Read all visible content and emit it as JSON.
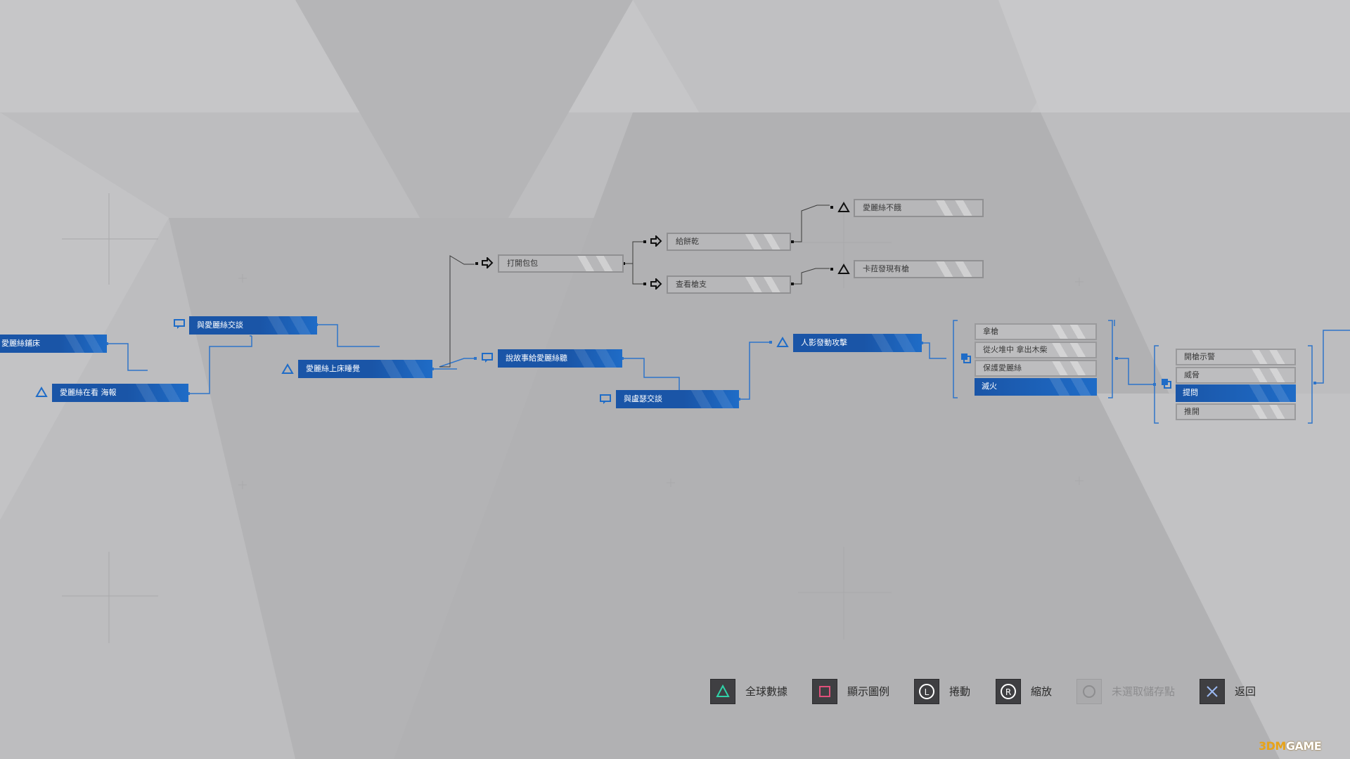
{
  "flowchart": {
    "nodes": {
      "n1": "愛麗絲鋪床",
      "n2": "愛麗絲在看 海報",
      "n3": "與愛麗絲交談",
      "n4": "愛麗絲上床睡覺",
      "n5": "打開包包",
      "n6": "說故事給愛麗絲聽",
      "n7": "與盧瑟交談",
      "n8": "給餅乾",
      "n9": "查看槍支",
      "n10": "愛麗絲不餓",
      "n11": "卡菈發現有槍",
      "n12": "人影發動攻擊"
    },
    "choice_group_1": [
      "拿槍",
      "從火堆中 拿出木柴",
      "保護愛麗絲",
      "滅火"
    ],
    "choice_group_1_selected": "滅火",
    "choice_group_2": [
      "開槍示警",
      "威脅",
      "提問",
      "推開"
    ],
    "choice_group_2_selected": "提問"
  },
  "control_bar": {
    "global_stats": "全球數據",
    "show_legend": "顯示圖例",
    "scroll": "捲動",
    "zoom": "縮放",
    "no_checkpoint": "未選取儲存點",
    "back": "返回"
  },
  "watermark": {
    "left": "3DM",
    "right": "GAME"
  },
  "colors": {
    "background": "#bdbdbf",
    "node_blue": "#1a55a7",
    "node_gray": "#b7b7b9",
    "line_blue": "#1f6cc7",
    "accent_triangle_icon": "#2fd3a8",
    "accent_square_icon": "#e0507a"
  }
}
